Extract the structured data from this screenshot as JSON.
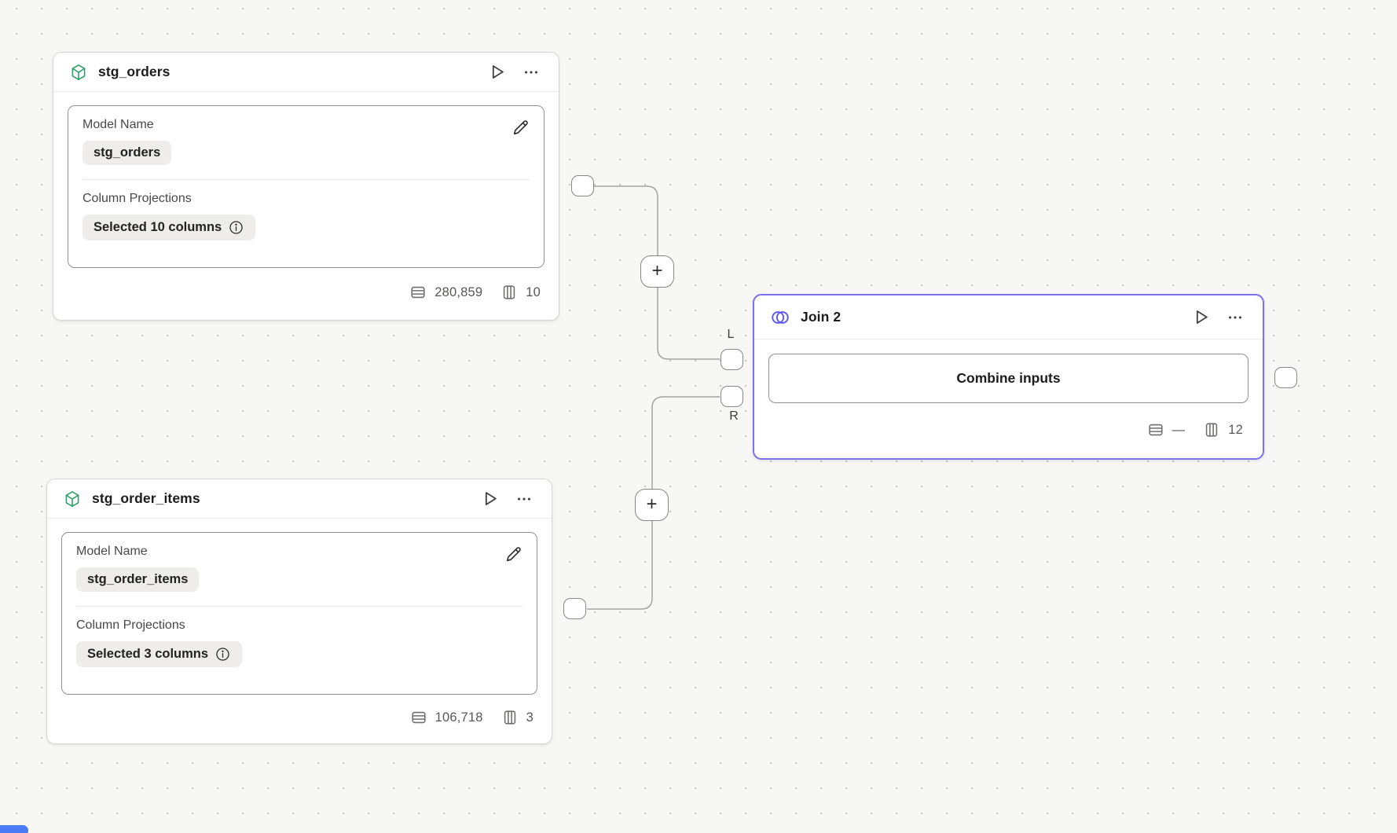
{
  "canvas": {
    "plus_label": "+"
  },
  "nodes": {
    "stg_orders": {
      "title": "stg_orders",
      "model_name_label": "Model Name",
      "model_name_value": "stg_orders",
      "column_projections_label": "Column Projections",
      "column_projections_value": "Selected 10 columns",
      "row_count": "280,859",
      "column_count": "10"
    },
    "stg_order_items": {
      "title": "stg_order_items",
      "model_name_label": "Model Name",
      "model_name_value": "stg_order_items",
      "column_projections_label": "Column Projections",
      "column_projections_value": "Selected 3 columns",
      "row_count": "106,718",
      "column_count": "3"
    },
    "join": {
      "title": "Join 2",
      "combine_button_label": "Combine inputs",
      "row_count": "—",
      "column_count": "12",
      "left_port_label": "L",
      "right_port_label": "R"
    }
  },
  "colors": {
    "selection_purple": "#7c6ff2",
    "join_icon_purple": "#5d5be8",
    "model_icon_green": "#2f9e68",
    "edge_gray": "#a3a3a3",
    "scroll_thumb_blue": "#4a7bf4"
  }
}
